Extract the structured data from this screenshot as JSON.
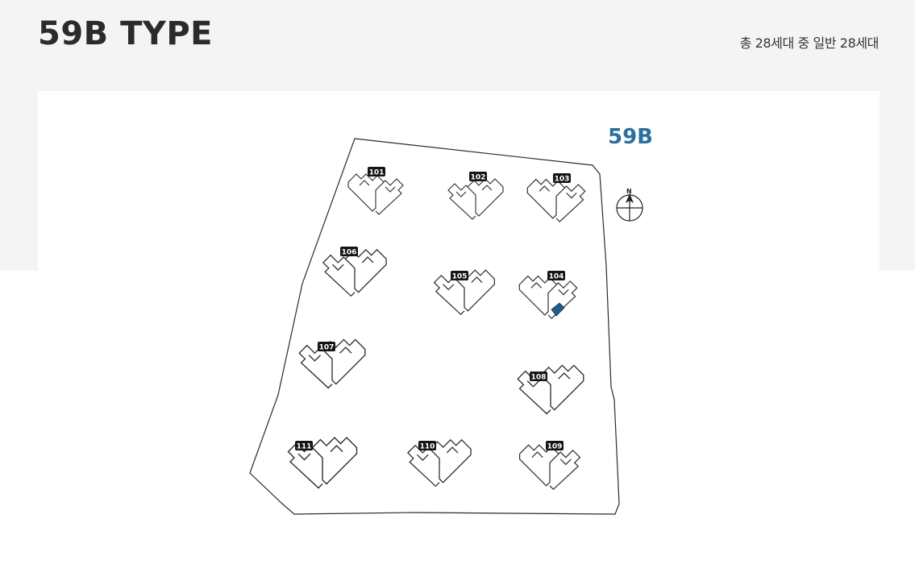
{
  "header": {
    "title": "59B TYPE",
    "unit_summary": "총 28세대 중 일반 28세대"
  },
  "site_plan": {
    "type_label": "59B",
    "compass_label": "N",
    "highlight_color": "#1f5f8f",
    "type_label_color": "#2a6f9e",
    "highlighted_building": "104",
    "buildings": [
      {
        "id": "101"
      },
      {
        "id": "102"
      },
      {
        "id": "103"
      },
      {
        "id": "106"
      },
      {
        "id": "105"
      },
      {
        "id": "104"
      },
      {
        "id": "107"
      },
      {
        "id": "108"
      },
      {
        "id": "111"
      },
      {
        "id": "110"
      },
      {
        "id": "109"
      }
    ]
  }
}
